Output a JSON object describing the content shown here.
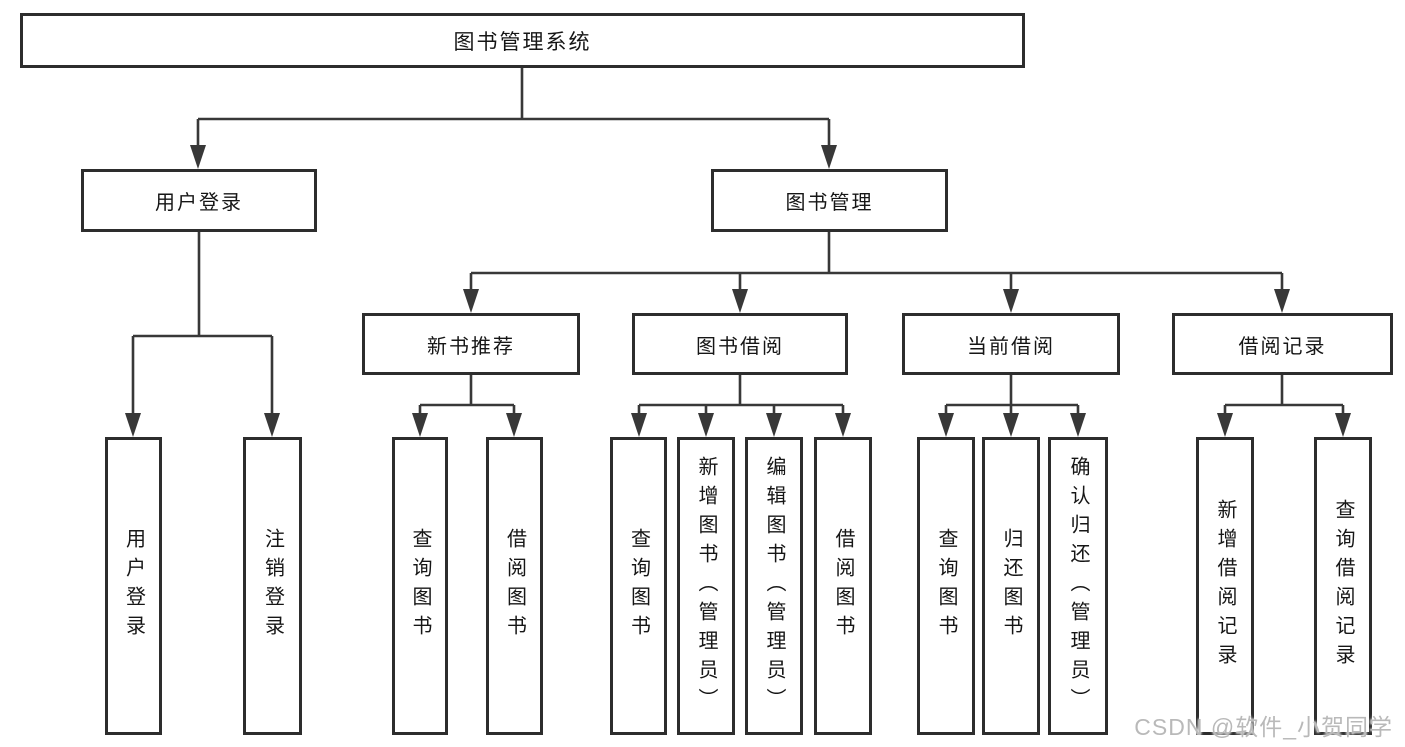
{
  "watermark": "CSDN @软件_小贺同学",
  "colors": {
    "line": "#383838",
    "box_border": "#2d2d2d",
    "text": "#161616",
    "watermark": "#b9b9b9",
    "background": "#ffffff"
  },
  "tree": {
    "root": {
      "label": "图书管理系统"
    },
    "branches": [
      {
        "label": "用户登录",
        "children": [
          {
            "label": "用户登录"
          },
          {
            "label": "注销登录"
          }
        ]
      },
      {
        "label": "图书管理",
        "children": [
          {
            "label": "新书推荐",
            "children": [
              {
                "label": "查询图书"
              },
              {
                "label": "借阅图书"
              }
            ]
          },
          {
            "label": "图书借阅",
            "children": [
              {
                "label": "查询图书"
              },
              {
                "label": "新增图书（管理员）"
              },
              {
                "label": "编辑图书（管理员）"
              },
              {
                "label": "借阅图书"
              }
            ]
          },
          {
            "label": "当前借阅",
            "children": [
              {
                "label": "查询图书"
              },
              {
                "label": "归还图书"
              },
              {
                "label": "确认归还（管理员）"
              }
            ]
          },
          {
            "label": "借阅记录",
            "children": [
              {
                "label": "新增借阅记录"
              },
              {
                "label": "查询借阅记录"
              }
            ]
          }
        ]
      }
    ]
  }
}
